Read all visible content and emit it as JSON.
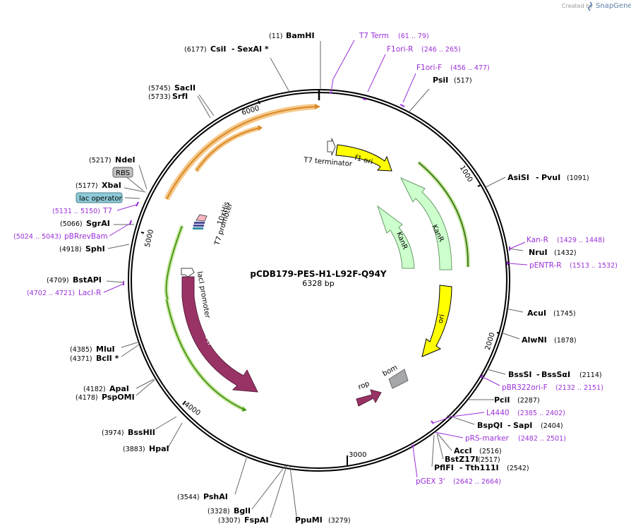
{
  "credit": {
    "created_by": "Created by",
    "brand": "SnapGene"
  },
  "plasmid": {
    "name": "pCDB179-PES-H1-L92F-Q94Y",
    "length": "6328 bp"
  },
  "enzymes": [
    {
      "name": "BamHI",
      "pos": "(11)"
    },
    {
      "name": "CsiI",
      "name2": "SexAI *",
      "pos": "(6177)"
    },
    {
      "name": "PsiI",
      "pos": "(517)"
    },
    {
      "name": "SacII",
      "pos": "(5745)"
    },
    {
      "name": "SrfI",
      "pos": "(5733)"
    },
    {
      "name": "NdeI",
      "pos": "(5217)"
    },
    {
      "name": "XbaI",
      "pos": "(5177)"
    },
    {
      "name": "SgrAI",
      "pos": "(5066)"
    },
    {
      "name": "SphI",
      "pos": "(4918)"
    },
    {
      "name": "BstAPI",
      "pos": "(4709)"
    },
    {
      "name": "MluI",
      "pos": "(4385)"
    },
    {
      "name": "BclI *",
      "pos": "(4371)"
    },
    {
      "name": "ApaI",
      "pos": "(4182)"
    },
    {
      "name": "PspOMI",
      "pos": "(4178)"
    },
    {
      "name": "BssHII",
      "pos": "(3974)"
    },
    {
      "name": "HpaI",
      "pos": "(3883)"
    },
    {
      "name": "PshAI",
      "pos": "(3544)"
    },
    {
      "name": "BglI",
      "pos": "(3328)"
    },
    {
      "name": "FspAI",
      "pos": "(3307)"
    },
    {
      "name": "PpuMI",
      "pos": "(3279)"
    },
    {
      "name": "AsiSI",
      "name2": "PvuI",
      "pos": "(1091)"
    },
    {
      "name": "NruI",
      "pos": "(1432)"
    },
    {
      "name": "AcuI",
      "pos": "(1745)"
    },
    {
      "name": "AlwNI",
      "pos": "(1878)"
    },
    {
      "name": "BssSI",
      "name2": "BssSαI",
      "pos": "(2114)"
    },
    {
      "name": "PciI",
      "pos": "(2287)"
    },
    {
      "name": "BspQI",
      "name2": "SapI",
      "pos": "(2404)"
    },
    {
      "name": "AccI",
      "pos": "(2516)"
    },
    {
      "name": "BstZ17I",
      "pos": "(2517)"
    },
    {
      "name": "PflFI",
      "name2": "Tth111I",
      "pos": "(2542)"
    }
  ],
  "primers": [
    {
      "name": "T7 Term",
      "pos": "(61 .. 79)"
    },
    {
      "name": "F1ori-R",
      "pos": "(246 .. 265)"
    },
    {
      "name": "F1ori-F",
      "pos": "(456 .. 477)"
    },
    {
      "name": "T7",
      "pos": "(5131 .. 5150)"
    },
    {
      "name": "pBRrevBam",
      "pos": "(5024 .. 5043)"
    },
    {
      "name": "LacI-R",
      "pos": "(4702 .. 4721)"
    },
    {
      "name": "Kan-R",
      "pos": "(1429 .. 1448)"
    },
    {
      "name": "pENTR-R",
      "pos": "(1513 .. 1532)"
    },
    {
      "name": "pBR322ori-F",
      "pos": "(2132 .. 2151)"
    },
    {
      "name": "L4440",
      "pos": "(2385 .. 2402)"
    },
    {
      "name": "pRS-marker",
      "pos": "(2482 .. 2501)"
    },
    {
      "name": "pGEX 3'",
      "pos": "(2642 .. 2664)"
    }
  ],
  "boxes": [
    {
      "label": "RBS",
      "color": "#bfbfbf"
    },
    {
      "label": "lac operator",
      "color": "#8ecad8"
    }
  ],
  "features": [
    {
      "label": "f1 ori",
      "color": "#ffff00"
    },
    {
      "label": "T7 terminator"
    },
    {
      "label": "KanR",
      "color": "#ccffcc"
    },
    {
      "label": "KanR",
      "color": "#ccffcc"
    },
    {
      "label": "ori",
      "color": "#ffff00"
    },
    {
      "label": "bom",
      "color": "#a6a8ab"
    },
    {
      "label": "rop",
      "color": "#993366"
    },
    {
      "label": "lacI",
      "color": "#993366"
    },
    {
      "label": "lacI promoter"
    },
    {
      "label": "T7 promoter"
    },
    {
      "label": "10xHis"
    }
  ],
  "ticks": [
    "1000",
    "2000",
    "3000",
    "4000",
    "5000",
    "6000"
  ]
}
